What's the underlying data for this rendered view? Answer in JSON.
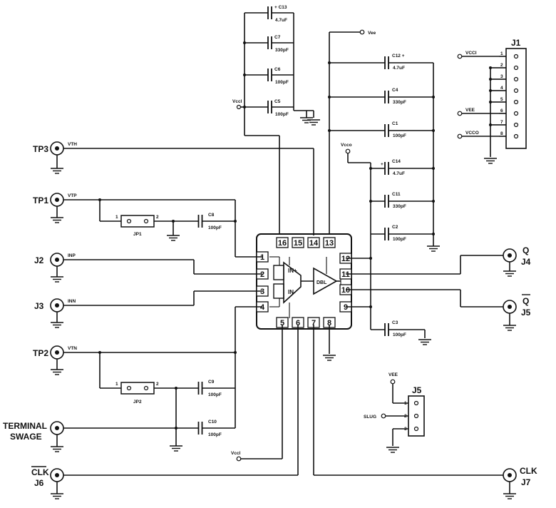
{
  "connectors": {
    "tp3": "TP3",
    "tp1": "TP1",
    "j2": "J2",
    "j3": "J3",
    "tp2": "TP2",
    "terminal": "TERMINAL",
    "swage": "SWAGE",
    "clk_bar": "CLK",
    "j6": "J6",
    "clk": "CLK",
    "j7": "J7",
    "q": "Q",
    "j4": "J4",
    "q_bar": "Q",
    "j5": "J5"
  },
  "nets": {
    "vth": "VTH",
    "vtp": "VTP",
    "inp": "INP",
    "inn": "INN",
    "vtn": "VTN",
    "vee": "Vee",
    "vccl_top": "Vccl",
    "vcco": "Vcco",
    "vccl_bot": "Vccl",
    "slug": "SLUG",
    "vee_j5": "VEE"
  },
  "jumpers": {
    "jp1": "JP1",
    "jp2": "JP2",
    "pin1": "1",
    "pin2": "2"
  },
  "capacitors": {
    "c13": {
      "ref": "+ C13",
      "value": "4.7uF"
    },
    "c7": {
      "ref": "C7",
      "value": "330pF"
    },
    "c6": {
      "ref": "C6",
      "value": "100pF"
    },
    "c5": {
      "ref": "C5",
      "value": "100pF"
    },
    "c12": {
      "ref": "C12 +",
      "value": "4.7uF"
    },
    "c4": {
      "ref": "C4",
      "value": "330pF"
    },
    "c1": {
      "ref": "C1",
      "value": "100pF"
    },
    "c14": {
      "ref": "C14",
      "value": "4.7uF",
      "plus": "+"
    },
    "c11": {
      "ref": "C11",
      "value": "330pF"
    },
    "c2": {
      "ref": "C2",
      "value": "100pF"
    },
    "c8": {
      "ref": "C8",
      "value": "100pF"
    },
    "c9": {
      "ref": "C9",
      "value": "100pF"
    },
    "c10": {
      "ref": "C10",
      "value": "100pF"
    },
    "c3": {
      "ref": "C3",
      "value": "100pF"
    }
  },
  "chip_pins": {
    "p1": "1",
    "p2": "2",
    "p3": "3",
    "p4": "4",
    "p5": "5",
    "p6": "6",
    "p7": "7",
    "p8": "8",
    "p9": "9",
    "p10": "10",
    "p11": "11",
    "p12": "12",
    "p13": "13",
    "p14": "14",
    "p15": "15",
    "p16": "16"
  },
  "header_j1": {
    "ref": "J1",
    "pins": [
      "1",
      "2",
      "3",
      "4",
      "5",
      "6",
      "7",
      "8"
    ],
    "vcci": "VCCI",
    "vee": "VEE",
    "vcco": "VCCO"
  },
  "header_j5": {
    "ref": "J5",
    "pins": [
      "1",
      "2",
      "3"
    ]
  }
}
